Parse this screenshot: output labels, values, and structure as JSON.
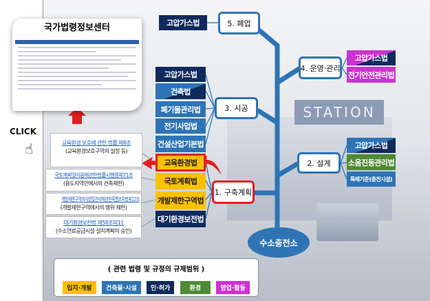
{
  "thumbnail": {
    "title": "국가법령정보센터"
  },
  "click_label": "CLICK",
  "hub": "수소충전소",
  "stages": {
    "s1": "1. 구축계획",
    "s2": "2. 설계",
    "s3": "3. 시공",
    "s4": "4. 운영·관리",
    "s5": "5. 폐업"
  },
  "laws": {
    "s5": [
      "고압가스법"
    ],
    "s4": [
      "고압가스법",
      "전기안전관리법"
    ],
    "s3": [
      "고압가스법",
      "건축법",
      "폐기물관리법",
      "전기사업법",
      "건설산업기본법"
    ],
    "s2": [
      "고압가스법",
      "소음진동관리법",
      "특례기준(충전시설)"
    ],
    "s1": [
      "교육환경법",
      "국토계획법",
      "개발제한구역법",
      "대기환경보전법"
    ]
  },
  "refs": [
    {
      "link": "교육환경 보호에 관한 법률 제8조",
      "note": "(교육환경보호구역의 설정 등)"
    },
    {
      "link": "국토계획및이용에관한법률시행령제71조",
      "note": "(용도지역안에서의 건축제한)"
    },
    {
      "link": "개발제한구역의지정및관리에관한특별조치법제12조",
      "note": "(개발제한구역에서의 행위 제한)"
    },
    {
      "link": "대기환경보전법 제58조의11",
      "note": "(수소연료공급시설 설치계획의 승인)"
    }
  ],
  "legend": {
    "title": "( 관련 법령 및 규정의 규제범위 )",
    "items": [
      "입지·개발",
      "건축물·시설",
      "인·허가",
      "환경",
      "영업·활동"
    ]
  },
  "colors": {
    "navy": "#0f2a5c",
    "blue": "#2e74b5",
    "yellow": "#ffc000",
    "green": "#4f8a34",
    "magenta": "#cc33d0",
    "red": "#e41e1e"
  }
}
